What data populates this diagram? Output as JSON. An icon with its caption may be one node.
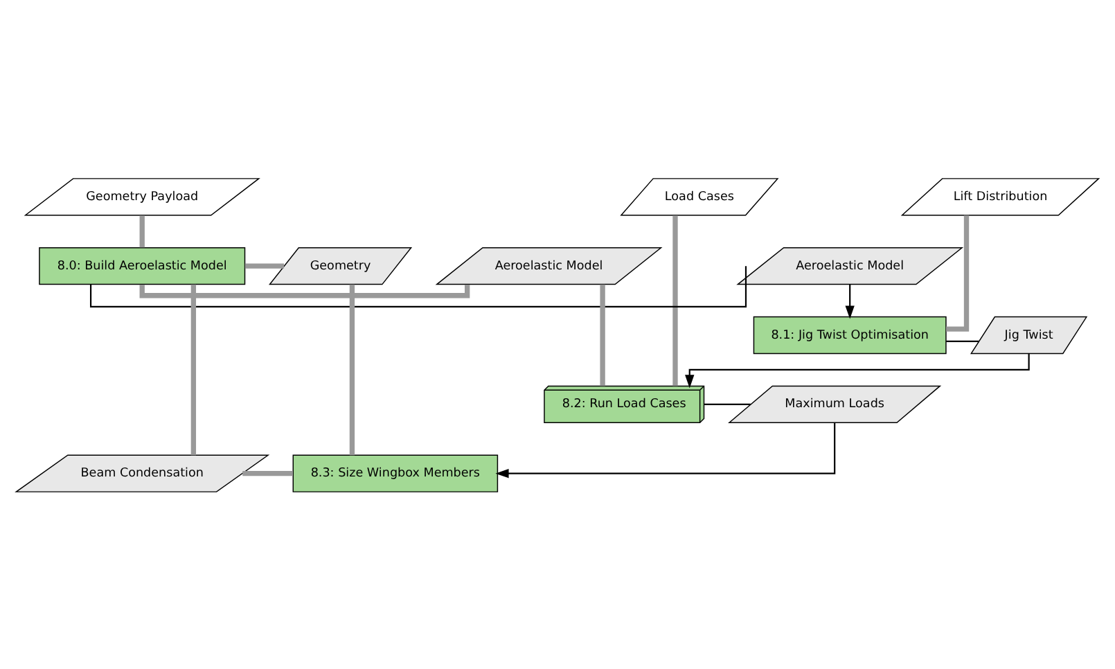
{
  "diagram": {
    "nodes": [
      {
        "text": [
          "Geometry Payload"
        ]
      },
      {
        "text": [
          "Lift Distribution"
        ]
      },
      {
        "text": [
          "Load Cases"
        ]
      },
      {
        "text": [
          "8.0: Build Aeroelastic Model"
        ]
      },
      {
        "text": [
          "Aeroelastic Model"
        ]
      },
      {
        "text": [
          "Aeroelastic Model"
        ]
      },
      {
        "text": [
          "Geometry"
        ]
      },
      {
        "text": [
          "8.1: Jig Twist Optimisation"
        ]
      },
      {
        "text": [
          "Jig Twist"
        ]
      },
      {
        "text": [
          "8.2: Run Load Cases"
        ]
      },
      {
        "text": [
          "Maximum Loads"
        ]
      },
      {
        "text": [
          "Beam Condensation"
        ]
      },
      {
        "text": [
          "8.3: Size Wingbox Members"
        ]
      }
    ],
    "edges": [
      {
        "from": 0,
        "to": 3,
        "arrow": "none"
      },
      {
        "from": 1,
        "to": 7,
        "arrow": "none"
      },
      {
        "from": 2,
        "to": 9,
        "arrow": "none"
      },
      {
        "from": 3,
        "to": 4,
        "arrow": "none",
        "color": "#000000"
      },
      {
        "from": 3,
        "to": 5,
        "arrow": "none"
      },
      {
        "from": 3,
        "to": 6,
        "arrow": "none"
      },
      {
        "from": 4,
        "to": 7,
        "arrow": "to",
        "color": "#000000"
      },
      {
        "from": 5,
        "to": 9,
        "arrow": "none"
      },
      {
        "from": 6,
        "to": 12,
        "arrow": "none"
      },
      {
        "from": 7,
        "to": 8,
        "arrow": "none",
        "color": "#000000"
      },
      {
        "from": 8,
        "to": 9,
        "arrow": "to",
        "color": "#000000"
      },
      {
        "from": 9,
        "to": 10,
        "arrow": "none",
        "color": "#000000"
      },
      {
        "from": 10,
        "to": 12,
        "arrow": "to",
        "color": "#000000"
      },
      {
        "from": 3,
        "to": 11,
        "arrow": "none"
      },
      {
        "from": 11,
        "to": 12,
        "arrow": "none"
      }
    ]
  }
}
